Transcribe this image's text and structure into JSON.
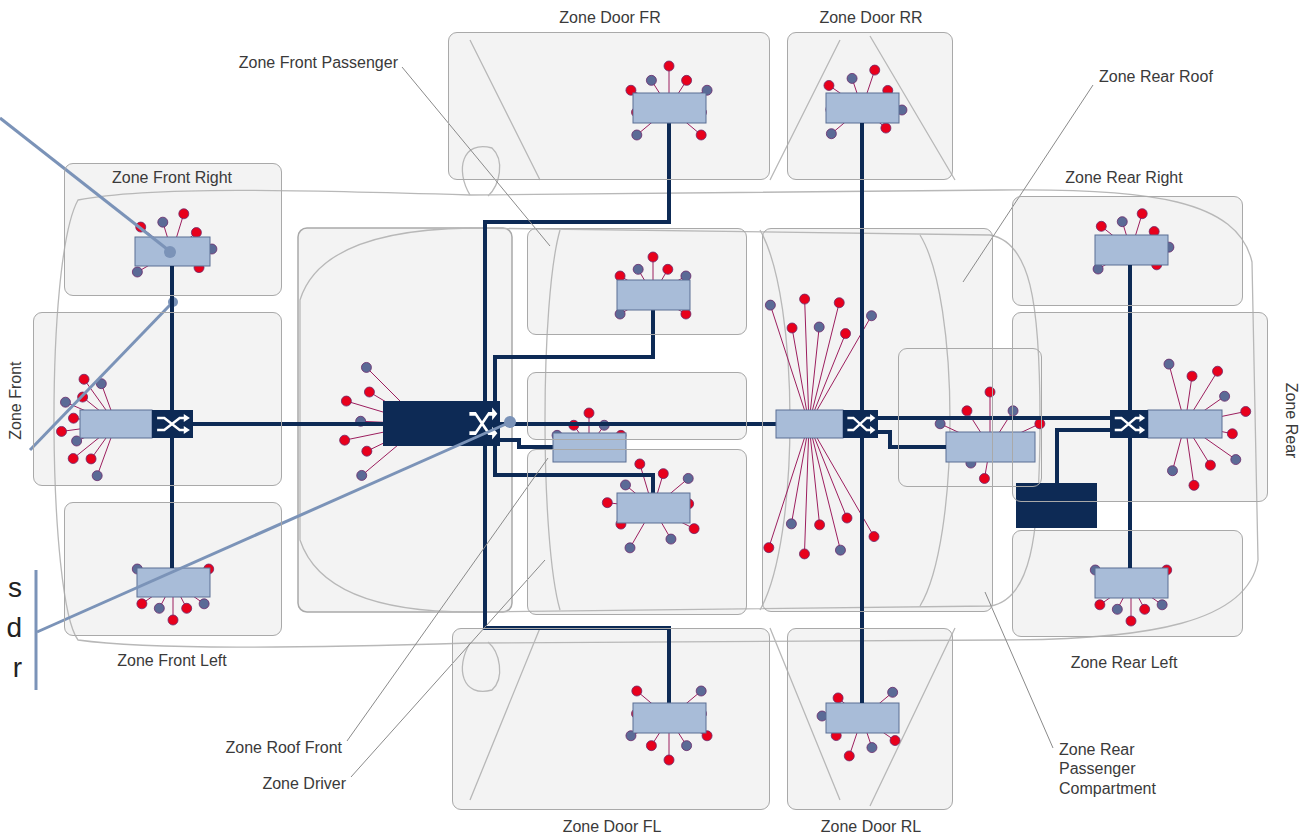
{
  "diagram": {
    "nodes": [
      {
        "text": [
          "Zone Door FR"
        ]
      },
      {
        "text": [
          "Zone Door RR"
        ]
      },
      {
        "text": [
          "Zone Front Passenger"
        ]
      },
      {
        "text": [
          "Zone Rear Roof"
        ]
      },
      {
        "text": [
          "Zone Front Right"
        ]
      },
      {
        "text": [
          "Zone Rear Right"
        ]
      },
      {
        "text": [
          "Zone Front"
        ]
      },
      {
        "text": [
          "Zone Rear"
        ]
      },
      {
        "text": [
          "Zone Front Left"
        ]
      },
      {
        "text": [
          "Zone Rear Left"
        ]
      },
      {
        "text": [
          "Zone Roof Front"
        ]
      },
      {
        "text": [
          "Zone Driver"
        ]
      },
      {
        "text": [
          "Zone Door FL"
        ]
      },
      {
        "text": [
          "Zone Door RL"
        ]
      },
      {
        "text": [
          "Zone Rear Passenger Compartment"
        ]
      }
    ],
    "edges": [
      {
        "from": 6,
        "to": 4,
        "arrow": "none"
      },
      {
        "from": 6,
        "to": 8,
        "arrow": "none"
      },
      {
        "from": 14,
        "to": 1,
        "arrow": "none"
      },
      {
        "from": 14,
        "to": 13,
        "arrow": "none"
      },
      {
        "from": 14,
        "to": 3,
        "arrow": "none"
      },
      {
        "from": 14,
        "to": 7,
        "arrow": "none"
      },
      {
        "from": 7,
        "to": 5,
        "arrow": "none"
      },
      {
        "from": 7,
        "to": 9,
        "arrow": "none"
      }
    ],
    "labels": [
      "s",
      "d",
      "r"
    ]
  }
}
